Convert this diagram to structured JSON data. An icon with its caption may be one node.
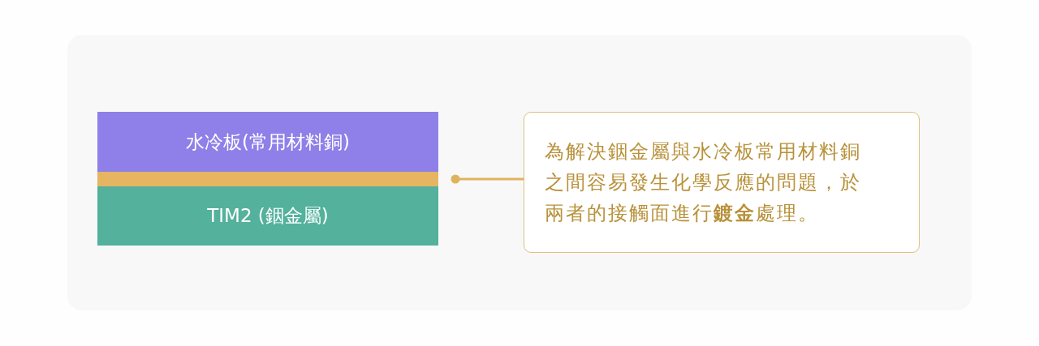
{
  "diagram": {
    "nodes": [
      {
        "text": [
          "水冷板(常用材料銅)"
        ]
      },
      {
        "text": [],
        "shape": "bar"
      },
      {
        "text": [
          "TIM2 (銦金屬)"
        ]
      },
      {
        "text": [
          "為解決銦金屬與水冷板常用材料銅之間容易發生化學反應的問題，於兩者的接觸面進行**鍍金**處理。"
        ]
      }
    ],
    "edges": [
      {
        "from": 3,
        "to": 1,
        "arrow": "other"
      }
    ]
  }
}
